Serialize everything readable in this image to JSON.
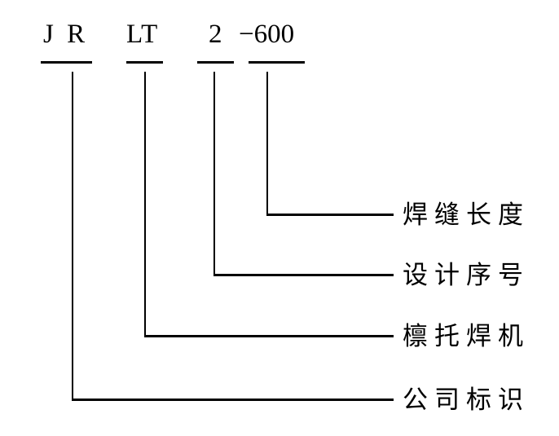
{
  "colors": {
    "background": "#ffffff",
    "ink": "#000000"
  },
  "model_code": {
    "segments": [
      {
        "id": "company-prefix",
        "text": "J R"
      },
      {
        "id": "machine-type",
        "text": "LT"
      },
      {
        "id": "design-number",
        "text": "2"
      },
      {
        "id": "weld-length",
        "text": "−600"
      }
    ]
  },
  "callouts": [
    {
      "id": "weld-length",
      "label": "焊缝长度"
    },
    {
      "id": "design-number",
      "label": "设计序号"
    },
    {
      "id": "machine-type",
      "label": "檩托焊机"
    },
    {
      "id": "company-id",
      "label": "公司标识"
    }
  ]
}
